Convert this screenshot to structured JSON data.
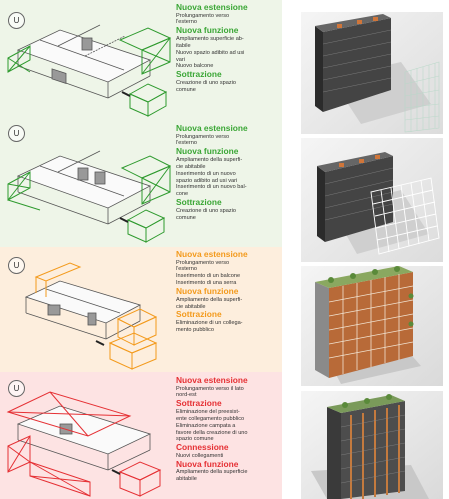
{
  "colors": {
    "green": "#3aa635",
    "orange": "#f39a1c",
    "red": "#e53034",
    "bg_green": "#eef5e8",
    "bg_orange": "#fdeedd",
    "bg_red": "#fde3e3"
  },
  "panels": [
    {
      "badge": "U",
      "sections": [
        {
          "heading": "Nuova estensione",
          "lines": [
            "Prolungamento verso",
            "l'esterno"
          ]
        },
        {
          "heading": "Nuova funzione",
          "lines": [
            "Ampliamento superficie ab-",
            "itabile",
            "Nuovo spazio adibito ad usi",
            "vari",
            "Nuovo balcone"
          ]
        },
        {
          "heading": "Sottrazione",
          "lines": [
            "Creazione di uno spazio",
            "comune"
          ]
        }
      ]
    },
    {
      "badge": "U",
      "sections": [
        {
          "heading": "Nuova estensione",
          "lines": [
            "Prolungamento verso",
            "l'esterno"
          ]
        },
        {
          "heading": "Nuova funzione",
          "lines": [
            "Ampliamento della superfi-",
            "cie abitabile",
            "Inserimento di un nuovo",
            "spazio adibito ad usi vari",
            "Inserimento di un nuovo bal-",
            "cone"
          ]
        },
        {
          "heading": "Sottrazione",
          "lines": [
            "Creazione di uno spazio",
            "comune"
          ]
        }
      ]
    },
    {
      "badge": "U",
      "sections": [
        {
          "heading": "Nuova estensione",
          "lines": [
            "Prolungamento verso",
            "l'esterno",
            "Inserimento di un balcone",
            "Inserimento di una serra"
          ]
        },
        {
          "heading": "Nuova funzione",
          "lines": [
            "Ampliamento della superfi-",
            "cie abitabile"
          ]
        },
        {
          "heading": "Sottrazione",
          "lines": [
            "Eliminazione di un collega-",
            "mento pubblico"
          ]
        }
      ]
    },
    {
      "badge": "U",
      "sections": [
        {
          "heading": "Nuova estensione",
          "lines": [
            "Prolungamento verso il lato",
            "nord-est"
          ]
        },
        {
          "heading": "Sottrazione",
          "lines": [
            "Eliminazione del preesist-",
            "ente collegamento pubblico",
            "Eliminazione campata a",
            "favore della creazione di uno",
            "spazio comune"
          ]
        },
        {
          "heading": "Connessione",
          "lines": [
            "Nuovi collegamenti"
          ]
        },
        {
          "heading": "Nuova funzione",
          "lines": [
            "Ampliamento della superficie",
            "abitabile"
          ]
        }
      ]
    }
  ]
}
